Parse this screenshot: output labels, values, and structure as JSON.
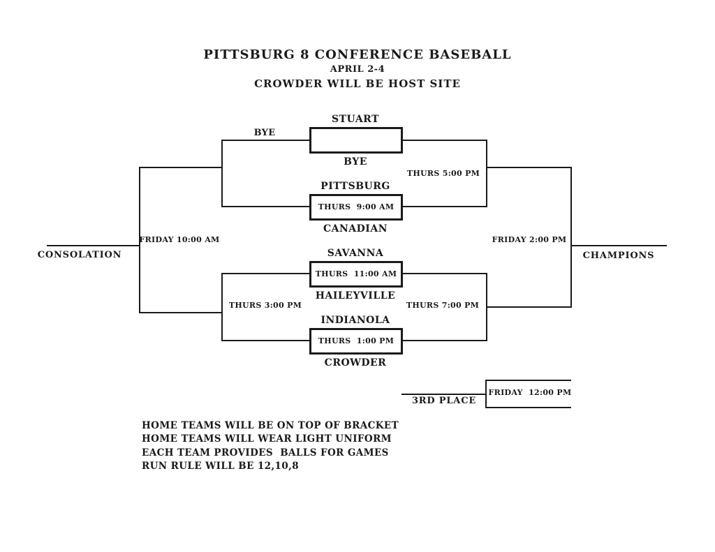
{
  "header": {
    "title": "PITTSBURG 8 CONFERENCE BASEBALL",
    "dates": "APRIL 2-4",
    "host_note": "CROWDER WILL BE HOST SITE"
  },
  "bracket": {
    "games": [
      {
        "top": "STUART",
        "bottom": "BYE",
        "time": ""
      },
      {
        "top": "PITTSBURG",
        "bottom": "CANADIAN",
        "time": "THURS  9:00 AM"
      },
      {
        "top": "SAVANNA",
        "bottom": "HAILEYVILLE",
        "time": "THURS  11:00 AM"
      },
      {
        "top": "INDIANOLA",
        "bottom": "CROWDER",
        "time": "THURS  1:00 PM"
      }
    ],
    "bye_label": "BYE",
    "semifinals": {
      "top_time": "THURS 5:00 PM",
      "bottom_time": "THURS 7:00 PM"
    },
    "consolation": {
      "semifinal_time": "THURS 3:00 PM",
      "final_time": "FRIDAY 10:00 AM",
      "label": "CONSOLATION"
    },
    "championship": {
      "final_time": "FRIDAY 2:00 PM",
      "label": "CHAMPIONS"
    },
    "third_place": {
      "label": "3RD PLACE",
      "time": "FRIDAY  12:00 PM"
    }
  },
  "notes": [
    "HOME TEAMS WILL BE ON TOP OF BRACKET",
    "HOME TEAMS WILL WEAR LIGHT UNIFORM",
    "EACH TEAM PROVIDES  BALLS FOR GAMES",
    "RUN RULE WILL BE 12,10,8"
  ],
  "colors": {
    "ink": "#1a1a1a",
    "background": "#ffffff"
  }
}
